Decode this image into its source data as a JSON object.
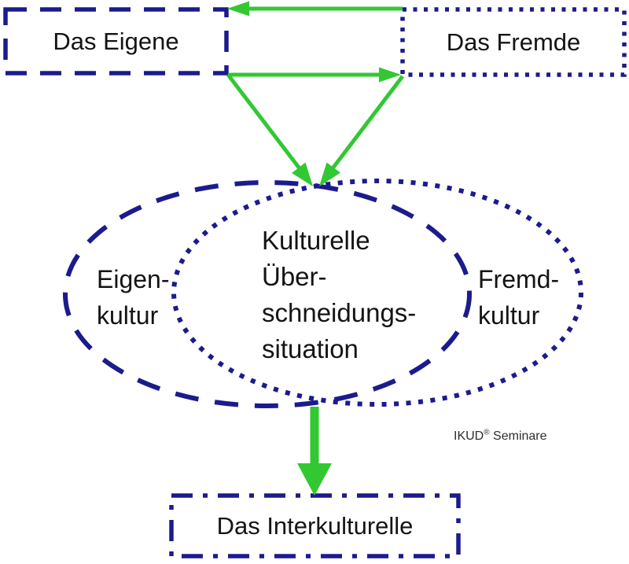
{
  "colors": {
    "outline": "#1b1b8e",
    "arrow": "#32c832",
    "text": "#141414",
    "credit_text": "#2e2e2e",
    "background": "#ffffff"
  },
  "boxes": {
    "eigene": {
      "label": "Das Eigene"
    },
    "fremde": {
      "label": "Das Fremde"
    },
    "interkulturelle": {
      "label": "Das Interkulturelle"
    }
  },
  "ellipses": {
    "eigenkultur": {
      "lines": [
        "Eigen-",
        "kultur"
      ]
    },
    "overlap": {
      "lines": [
        "Kulturelle",
        "Über-",
        "schneidungs-",
        "situation"
      ]
    },
    "fremdkultur": {
      "lines": [
        "Fremd-",
        "kultur"
      ]
    }
  },
  "credit": {
    "brand": "IKUD",
    "reg": "®",
    "suffix": " Seminare"
  }
}
